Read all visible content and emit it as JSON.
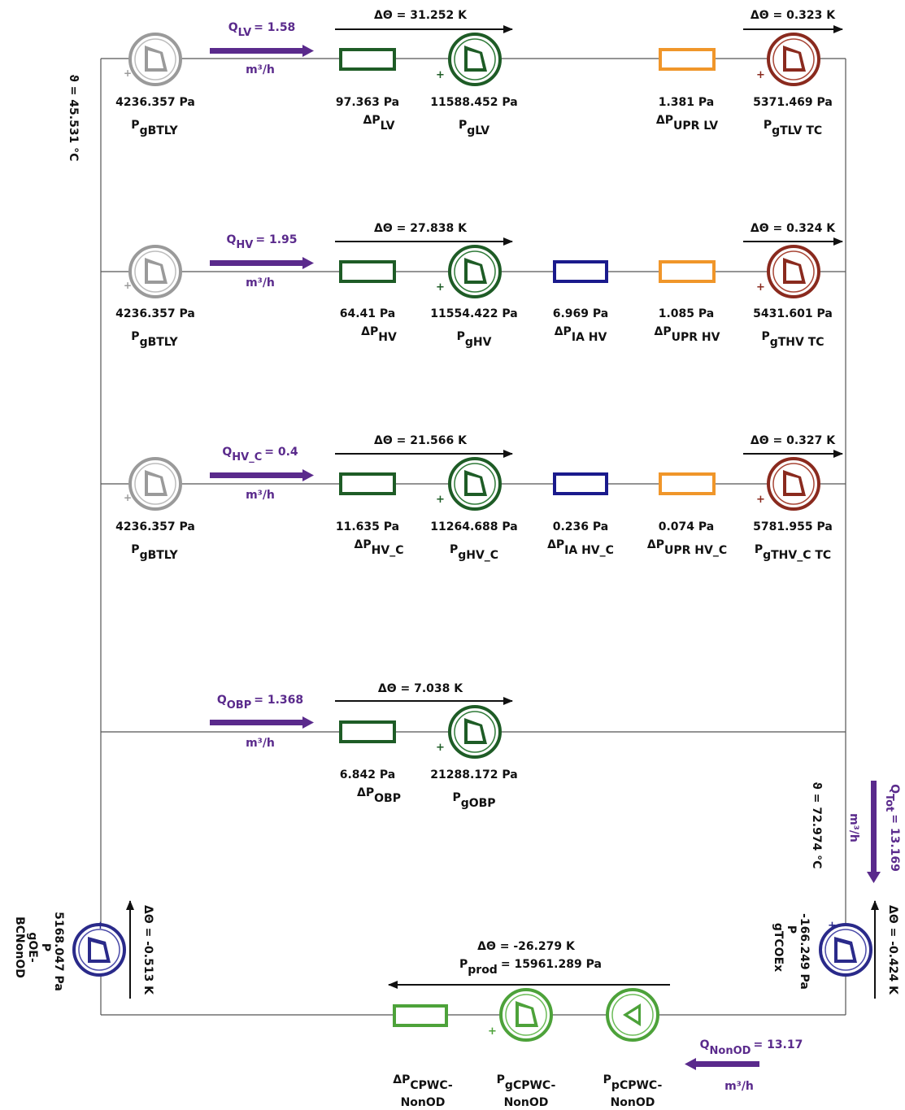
{
  "temps": {
    "supply": "ϑ = 45.531 °C",
    "return": "ϑ = 72.974 °C"
  },
  "rows": [
    {
      "flow": {
        "sym": "Q",
        "sub": "LV",
        "val": "= 1.58",
        "unit": "m³/h"
      },
      "dtheta": "ΔΘ = 31.252 K",
      "dtheta_tc": "ΔΘ = 0.323 K",
      "source": {
        "val": "4236.357 Pa",
        "sym": "P",
        "sub": "gBTLY"
      },
      "dp": {
        "val": "97.363 Pa",
        "sym": "ΔP",
        "sub": "LV"
      },
      "pump": {
        "val": "11588.452 Pa",
        "sym": "P",
        "sub": "gLV"
      },
      "ia": null,
      "upr": {
        "val": "1.381 Pa",
        "sym": "ΔP",
        "sub": "UPR LV"
      },
      "tc": {
        "val": "5371.469 Pa",
        "sym": "P",
        "sub": "gTLV TC"
      }
    },
    {
      "flow": {
        "sym": "Q",
        "sub": "HV",
        "val": "= 1.95",
        "unit": "m³/h"
      },
      "dtheta": "ΔΘ = 27.838 K",
      "dtheta_tc": "ΔΘ = 0.324 K",
      "source": {
        "val": "4236.357 Pa",
        "sym": "P",
        "sub": "gBTLY"
      },
      "dp": {
        "val": "64.41 Pa",
        "sym": "ΔP",
        "sub": "HV"
      },
      "pump": {
        "val": "11554.422 Pa",
        "sym": "P",
        "sub": "gHV"
      },
      "ia": {
        "val": "6.969 Pa",
        "sym": "ΔP",
        "sub": "IA HV"
      },
      "upr": {
        "val": "1.085 Pa",
        "sym": "ΔP",
        "sub": "UPR HV"
      },
      "tc": {
        "val": "5431.601 Pa",
        "sym": "P",
        "sub": "gTHV TC"
      }
    },
    {
      "flow": {
        "sym": "Q",
        "sub": "HV_C",
        "val": "= 0.4",
        "unit": "m³/h"
      },
      "dtheta": "ΔΘ = 21.566 K",
      "dtheta_tc": "ΔΘ = 0.327 K",
      "source": {
        "val": "4236.357 Pa",
        "sym": "P",
        "sub": "gBTLY"
      },
      "dp": {
        "val": "11.635 Pa",
        "sym": "ΔP",
        "sub": "HV_C"
      },
      "pump": {
        "val": "11264.688 Pa",
        "sym": "P",
        "sub": "gHV_C"
      },
      "ia": {
        "val": "0.236 Pa",
        "sym": "ΔP",
        "sub": "IA HV_C"
      },
      "upr": {
        "val": "0.074 Pa",
        "sym": "ΔP",
        "sub": "UPR HV_C"
      },
      "tc": {
        "val": "5781.955 Pa",
        "sym": "P",
        "sub": "gTHV_C TC"
      }
    }
  ],
  "obp": {
    "flow": {
      "sym": "Q",
      "sub": "OBP",
      "val": "= 1.368",
      "unit": "m³/h"
    },
    "dtheta": "ΔΘ = 7.038 K",
    "dp": {
      "val": "6.842 Pa",
      "sym": "ΔP",
      "sub": "OBP"
    },
    "pump": {
      "val": "21288.172 Pa",
      "sym": "P",
      "sub": "gOBP"
    }
  },
  "total_flow": {
    "sym": "Q",
    "sub": "Tot",
    "val": "= 13.169",
    "unit": "m³/h"
  },
  "left_exchanger": {
    "dtheta": "ΔΘ = -0.513 K",
    "val": "5168.047 Pa",
    "sym": "P",
    "sub_lines": [
      "gOE-",
      "BCNonOD"
    ]
  },
  "right_exchanger": {
    "dtheta": "ΔΘ = -0.424 K",
    "val": "-166.249 Pa",
    "sym": "P",
    "sub": "gTCOEx"
  },
  "bottom": {
    "dtheta": "ΔΘ = -26.279 K",
    "prod_sym": "P",
    "prod_sub": "prod",
    "prod_val": "= 15961.289 Pa",
    "flow": {
      "sym": "Q",
      "sub": "NonOD",
      "val": "= 13.17",
      "unit": "m³/h"
    },
    "dp": {
      "sym": "ΔP",
      "sub_lines": [
        "CPWC-",
        "NonOD"
      ]
    },
    "pump": {
      "sym": "P",
      "sub_lines": [
        "gCPWC-",
        "NonOD"
      ]
    },
    "prod": {
      "sym": "P",
      "sub_lines": [
        "pCPWC-",
        "NonOD"
      ]
    }
  },
  "colors": {
    "pipe": "#555555",
    "flow_arrow": "#5a2a8c",
    "source_circle": "#9a9a9a",
    "pump_circle": "#1e5c26",
    "tc_circle": "#8a2a1e",
    "exchanger_circle": "#2a2a8a",
    "prod_circle": "#4da23a",
    "dp_rect": "#1e5c26",
    "ia_rect": "#1a1a8c",
    "upr_rect": "#f0962a",
    "bottom_rect": "#4da23a"
  }
}
